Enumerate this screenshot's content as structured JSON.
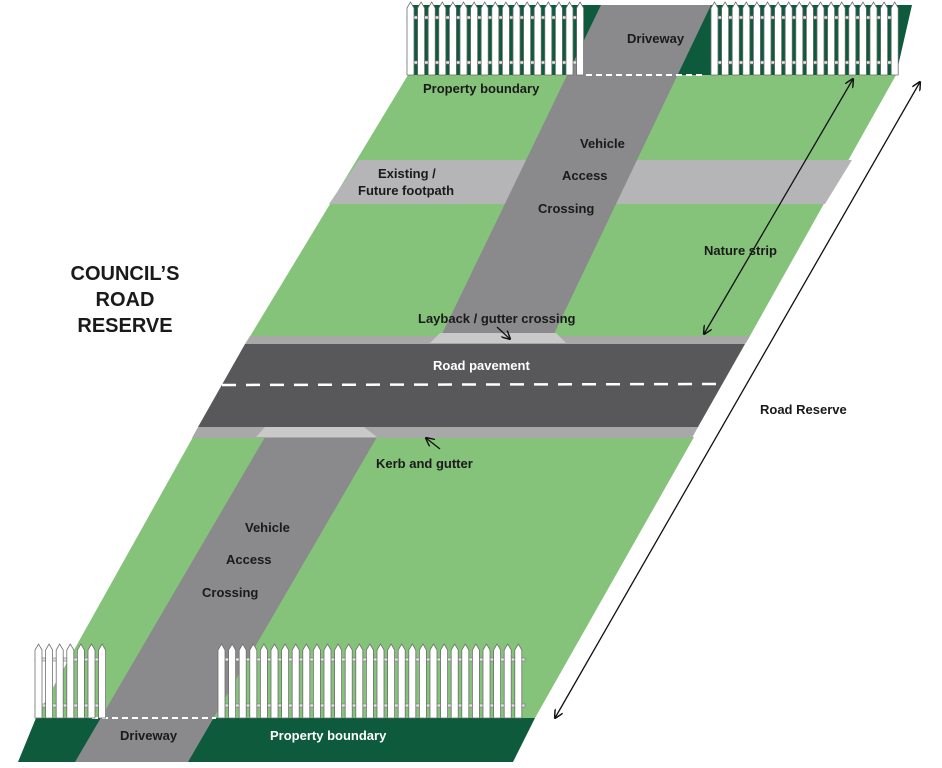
{
  "title": {
    "line1": "COUNCIL’S",
    "line2": "ROAD",
    "line3": "RESERVE"
  },
  "labels": {
    "driveway_top": "Driveway",
    "property_boundary_top": "Property boundary",
    "vehicle_top": "Vehicle",
    "access_top": "Access",
    "crossing_top": "Crossing",
    "footpath_line1": "Existing /",
    "footpath_line2": "Future footpath",
    "nature_strip": "Nature strip",
    "layback": "Layback / gutter crossing",
    "road_pavement": "Road pavement",
    "road_reserve": "Road Reserve",
    "kerb_and_gutter": "Kerb and gutter",
    "vehicle_bottom": "Vehicle",
    "access_bottom": "Access",
    "crossing_bottom": "Crossing",
    "driveway_bottom": "Driveway",
    "property_boundary_bottom": "Property boundary"
  },
  "colors": {
    "grass": "#85c27a",
    "property_dark": "#0d5a3c",
    "driveway": "#8a8a8c",
    "footpath": "#b5b5b7",
    "road": "#58585a",
    "kerb": "#9a9a9a",
    "fence": "#ffffff"
  }
}
